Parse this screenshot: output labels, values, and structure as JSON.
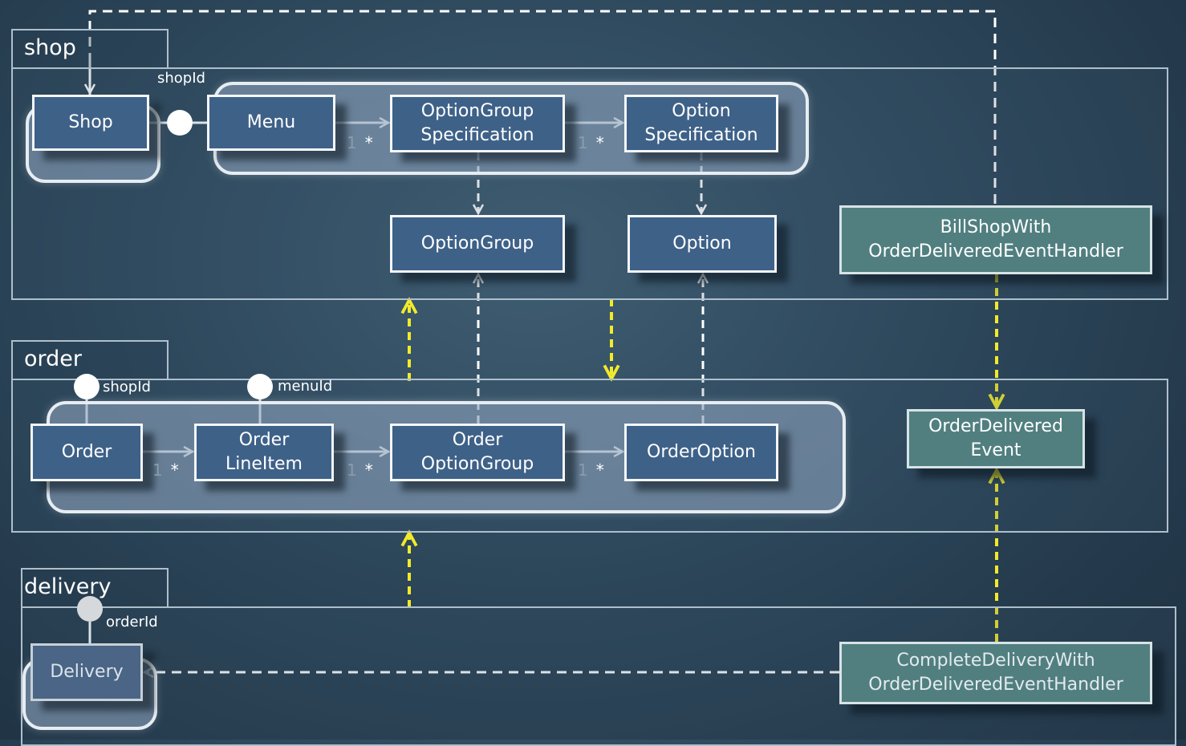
{
  "packages": {
    "shop": {
      "title": "shop"
    },
    "order": {
      "title": "order"
    },
    "delivery": {
      "title": "delivery"
    }
  },
  "nodes": {
    "shop": "Shop",
    "menu": "Menu",
    "option_group_spec": "OptionGroup\nSpecification",
    "option_spec": "Option\nSpecification",
    "option_group": "OptionGroup",
    "option": "Option",
    "bill_shop_handler": "BillShopWith\nOrderDeliveredEventHandler",
    "order": "Order",
    "order_line_item": "Order\nLineItem",
    "order_option_group": "Order\nOptionGroup",
    "order_option": "OrderOption",
    "order_delivered_event": "OrderDelivered\nEvent",
    "delivery": "Delivery",
    "complete_delivery_handler": "CompleteDeliveryWith\nOrderDeliveredEventHandler"
  },
  "labels": {
    "shop_shopid": "shopId",
    "order_shopid": "shopId",
    "order_menuid": "menuId",
    "delivery_orderid": "orderId"
  },
  "multiplicity": {
    "one": "1",
    "many": "*"
  },
  "colors": {
    "background": "#2d475b",
    "node_fill": "#3e6188",
    "event_fill": "#517f80",
    "dependency_arrow": "#f2ea2a",
    "association_arrow": "#ffffff"
  }
}
